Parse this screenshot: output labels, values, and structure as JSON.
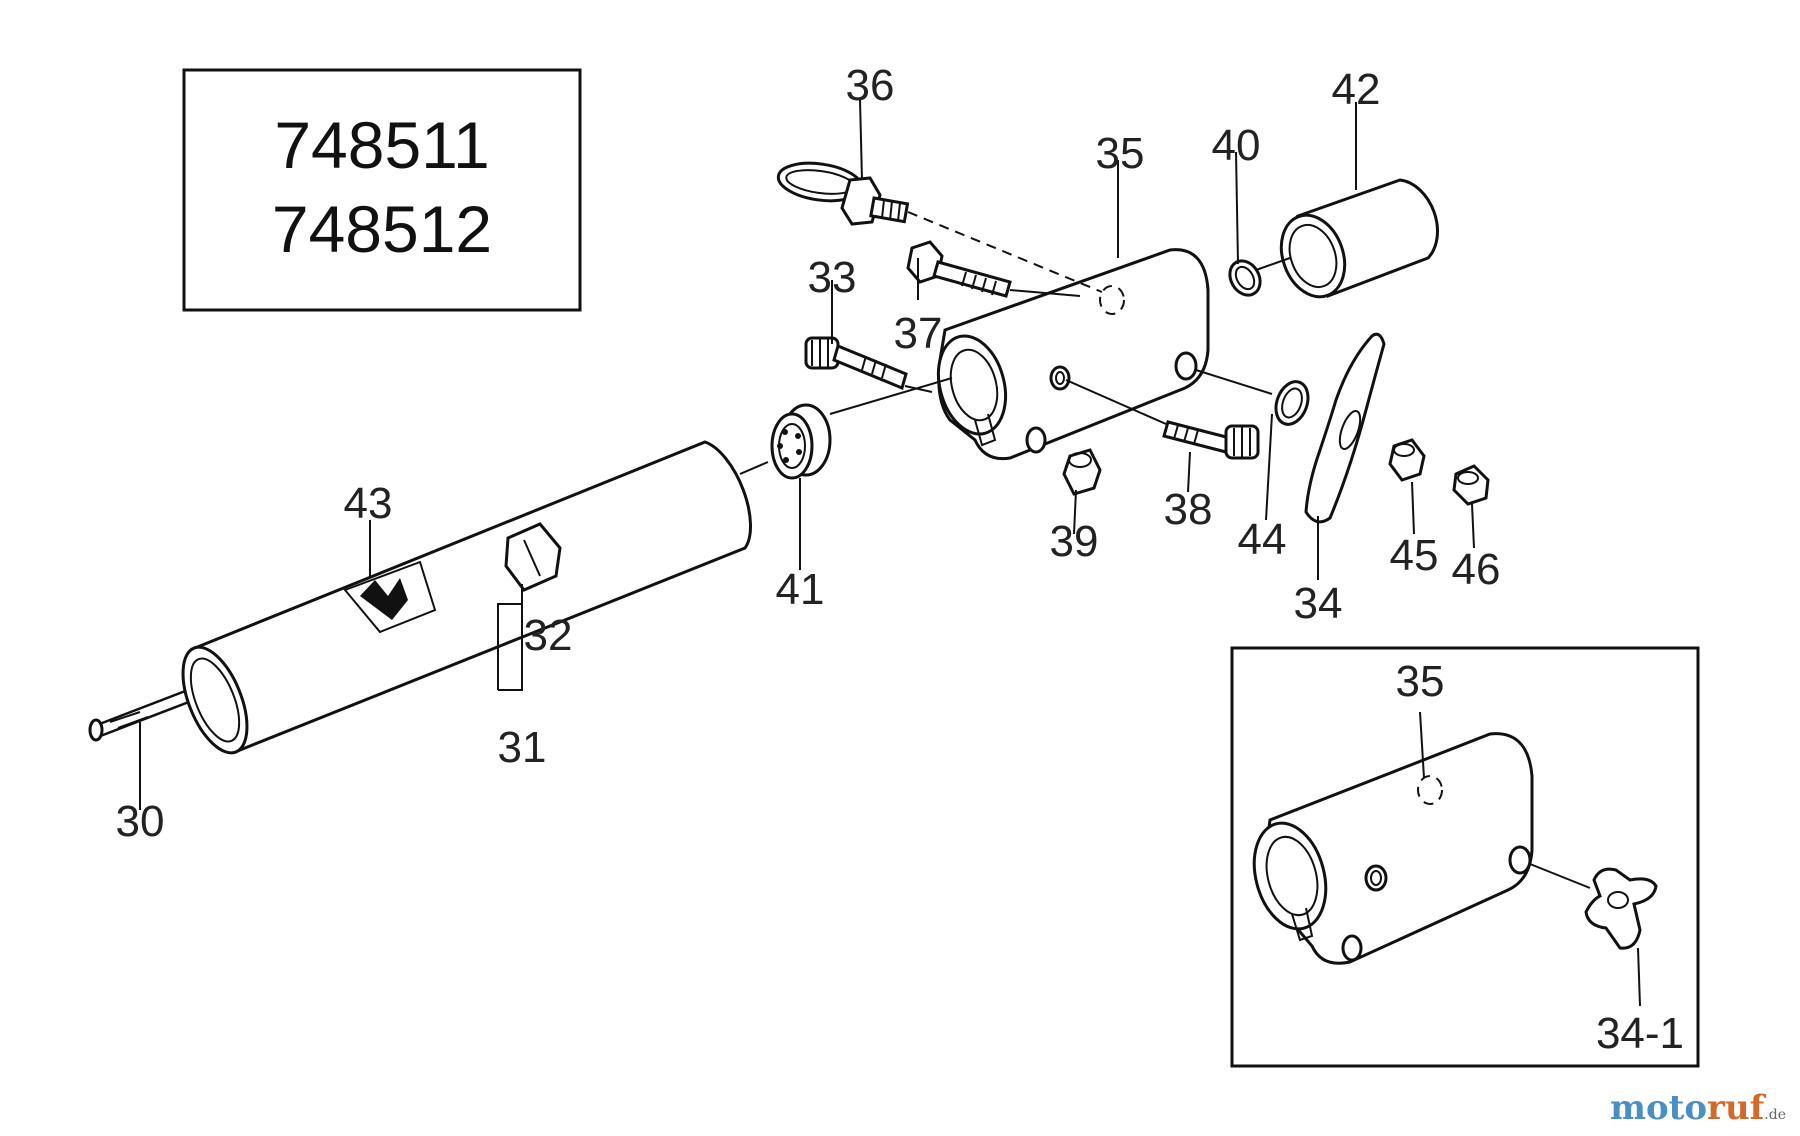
{
  "models": [
    "748511",
    "748512"
  ],
  "part_labels": {
    "p30": "30",
    "p31": "31",
    "p32": "32",
    "p33": "33",
    "p34": "34",
    "p34_1": "34-1",
    "p35": "35",
    "p35_inset": "35",
    "p36": "36",
    "p37": "37",
    "p38": "38",
    "p39": "39",
    "p40": "40",
    "p41": "41",
    "p42": "42",
    "p43": "43",
    "p44": "44",
    "p45": "45",
    "p46": "46"
  },
  "watermark": {
    "part_a": "moto",
    "part_b": "ruf",
    "suffix": ".de"
  },
  "colors": {
    "line": "#111111",
    "watermark_blue": "#4a8fc4",
    "watermark_orange": "#d46a2a"
  }
}
